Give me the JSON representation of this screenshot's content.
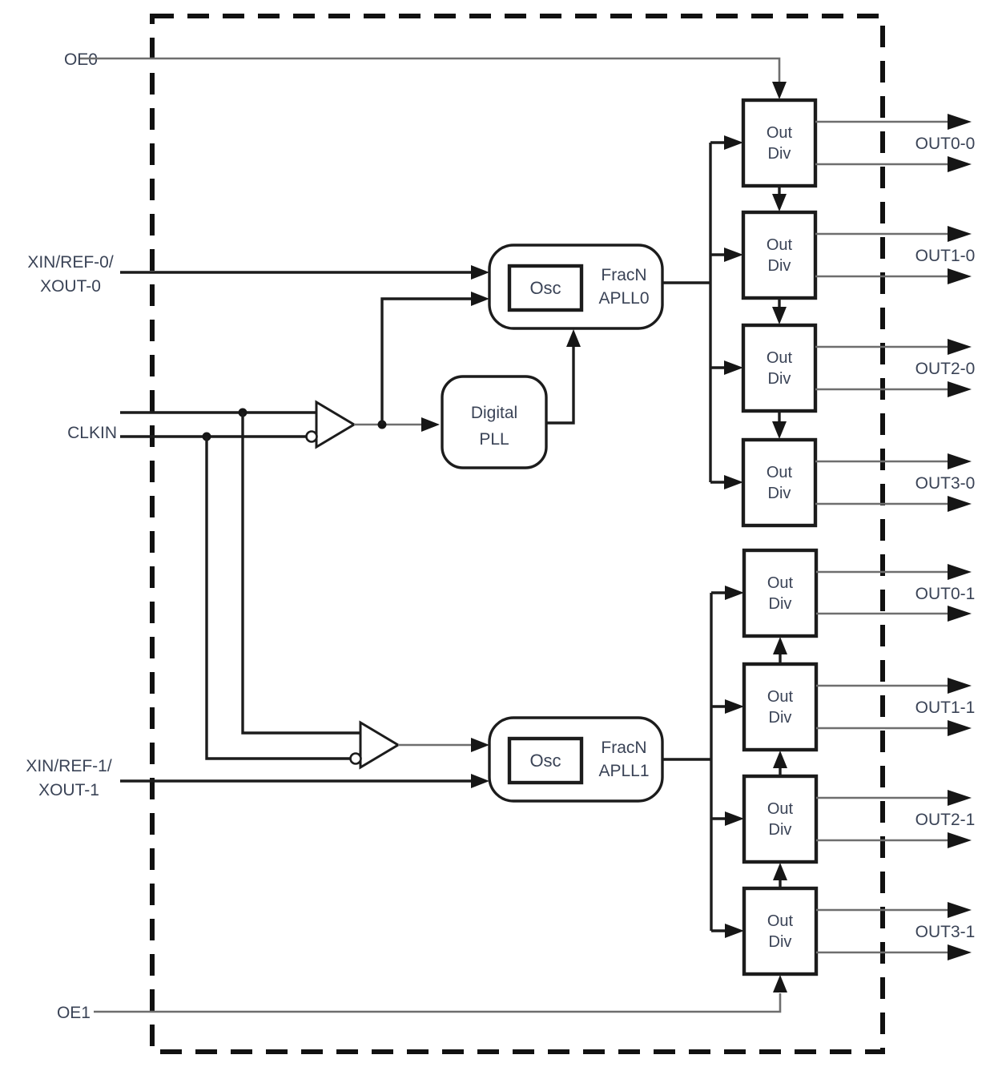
{
  "figure": {
    "type": "ic-block-diagram",
    "description": "Clock generator block diagram: CLKIN/XIN references feed two fractional-N APLLs (each with internal Osc) plus a Digital PLL; each APLL drives four cascaded output dividers with differential outputs gated by OE pins"
  },
  "pins": {
    "oe0": "OE0",
    "xin_ref0_line1": "XIN/REF-0/",
    "xin_ref0_line2": "XOUT-0",
    "clkin": "CLKIN",
    "xin_ref1_line1": "XIN/REF-1/",
    "xin_ref1_line2": "XOUT-1",
    "oe1": "OE1"
  },
  "outputs": [
    "OUT0-0",
    "OUT1-0",
    "OUT2-0",
    "OUT3-0",
    "OUT0-1",
    "OUT1-1",
    "OUT2-1",
    "OUT3-1"
  ],
  "blocks": {
    "osc": "Osc",
    "fracn": "FracN",
    "apll0": "APLL0",
    "apll1": "APLL1",
    "digital": "Digital",
    "pll": "PLL",
    "out": "Out",
    "div": "Div"
  },
  "colors": {
    "background": "#ffffff",
    "line": "#1c1c1c",
    "signal_wire": "#6e6e6e",
    "text": "#3a4356"
  }
}
